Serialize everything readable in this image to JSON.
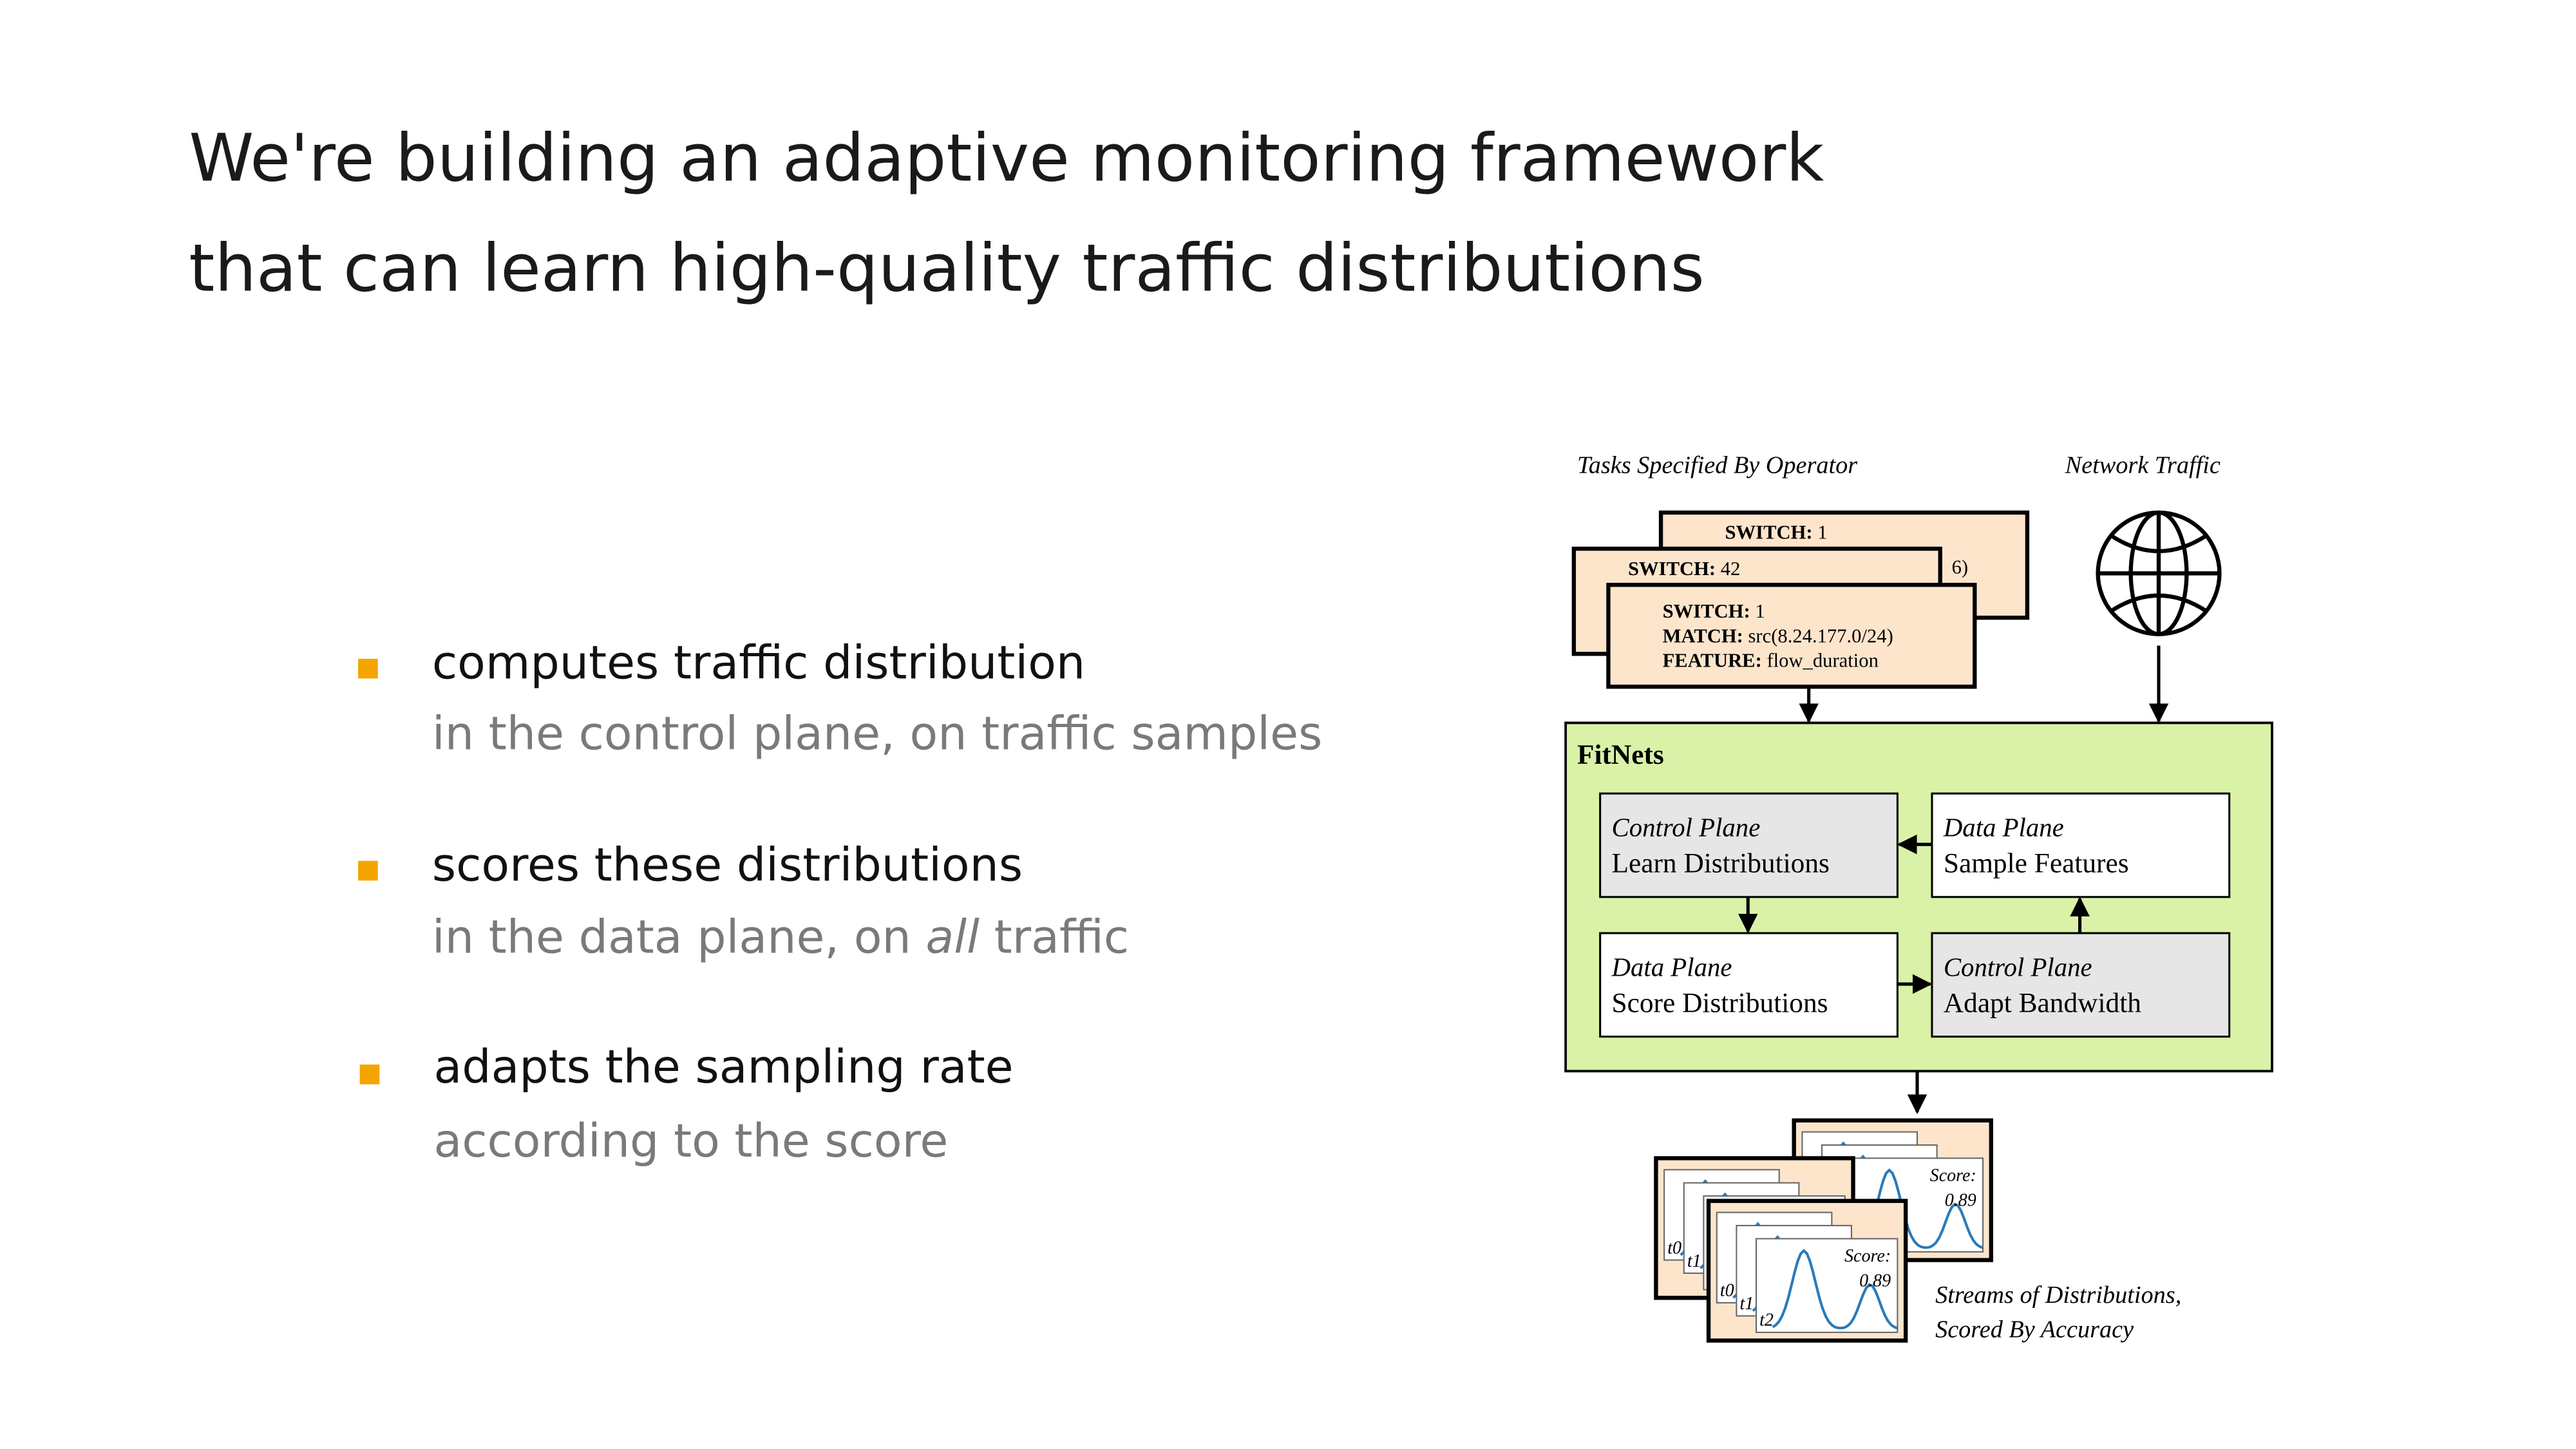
{
  "title": {
    "line1": "We're building an adaptive monitoring framework",
    "line2": "that can learn high-quality traffic distributions"
  },
  "bullets": [
    {
      "main": "computes traffic distribution",
      "sub": "in the control plane, on traffic samples"
    },
    {
      "main": "scores these distributions",
      "sub_before": "in the data plane, on ",
      "sub_em": "all",
      "sub_after": " traffic"
    },
    {
      "main": "adapts the sampling rate",
      "sub": "according to the score"
    }
  ],
  "colors": {
    "bullet": "#f5a500",
    "task_card": "#fde5cc",
    "fitnets_bg": "#d9f2a8",
    "control_plane_box": "#e6e6e6",
    "curve": "#2a7ab9"
  },
  "diagram": {
    "tasks_label": "Tasks Specified By Operator",
    "traffic_label": "Network Traffic",
    "traffic_icon": "globe-icon",
    "task_back": {
      "switch_key": "SWITCH:",
      "switch_val": "1",
      "fragment": "6)"
    },
    "task_middle": {
      "switch_key": "SWITCH:",
      "switch_val": "42"
    },
    "task_front": {
      "switch_key": "SWITCH:",
      "switch_val": "1",
      "match_key": "MATCH:",
      "match_val": "src(8.24.177.0/24)",
      "feature_key": "FEATURE:",
      "feature_val": "flow_duration"
    },
    "fitnets": {
      "title": "FitNets",
      "boxes": [
        {
          "plane": "Control Plane",
          "action": "Learn Distributions"
        },
        {
          "plane": "Data Plane",
          "action": "Sample Features"
        },
        {
          "plane": "Data Plane",
          "action": "Score Distributions"
        },
        {
          "plane": "Control Plane",
          "action": "Adapt Bandwidth"
        }
      ]
    },
    "streams": {
      "score_label": "Score:",
      "score_value": "0.89",
      "times": [
        "t0",
        "t1",
        "t2"
      ],
      "caption_line1": "Streams of Distributions,",
      "caption_line2": "Scored By Accuracy"
    }
  }
}
